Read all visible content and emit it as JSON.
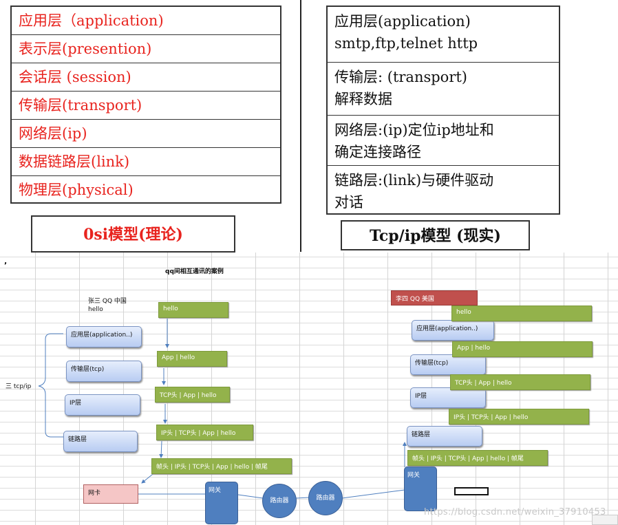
{
  "osi_table": {
    "rows": [
      "应用层（application)",
      "表示层(presention)",
      "会话层 (session)",
      "传输层(transport)",
      "网络层(ip)",
      "数据链路层(link)",
      "物理层(physical)"
    ],
    "caption": "0si模型(理论)"
  },
  "tcp_table": {
    "rows": [
      {
        "lines": [
          "应用层(application)",
          "smtp,ftp,telnet http"
        ]
      },
      {
        "lines": [
          "传输层: (transport)",
          "解释数据"
        ]
      },
      {
        "lines": [
          "网络层:(ip)定位ip地址和",
          "确定连接路径"
        ]
      },
      {
        "lines": [
          "链路层:(link)与硬件驱动",
          "对话"
        ]
      }
    ],
    "caption": "Tcp/ip模型 (现实)"
  },
  "diagram": {
    "title": "qq间相互通讯的案例",
    "sender_name": "张三 QQ 中国",
    "sender_msg": "hello",
    "left_stack_label": "三 tcp/ip",
    "left_layers": [
      "应用层(application..)",
      "传输层(tcp)",
      "IP层",
      "链路层"
    ],
    "left_packets": [
      "hello",
      "App |  hello",
      "TCP头 | App |  hello",
      "IP头 | TCP头 | App |  hello",
      "帧头 | IP头 | TCP头 | App |  hello | 帧尾"
    ],
    "receiver_name": "李四 QQ 美国",
    "right_layers": [
      "应用层(application..)",
      "传输层(tcp)",
      "IP层",
      "链路层"
    ],
    "right_packets": [
      "hello",
      "App |  hello",
      "TCP头 | App |  hello",
      "IP头 | TCP头 | App |  hello",
      "帧头 | IP头 | TCP头 | App |  hello | 帧尾"
    ],
    "nic_label": "网卡",
    "gateway_label": "网关",
    "router_label": "路由器",
    "watermark": "https://blog.csdn.net/weixin_37910453"
  }
}
